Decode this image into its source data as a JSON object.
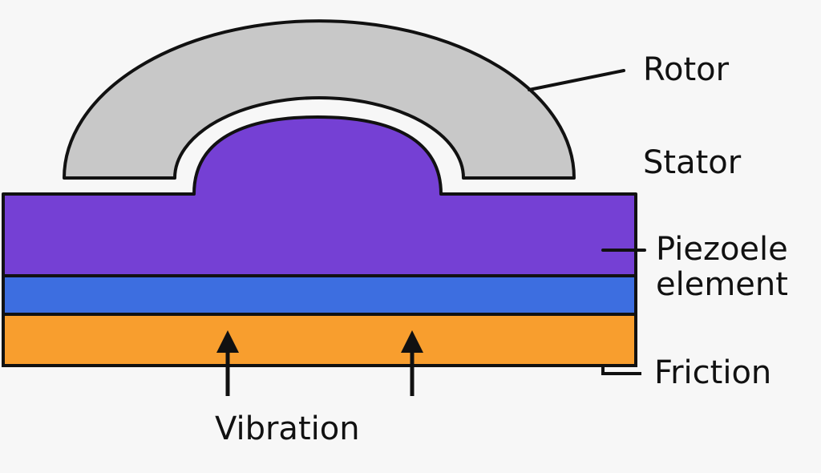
{
  "labels": {
    "rotor": "Rotor",
    "stator": "Stator",
    "piezo_line1": "Piezoele",
    "piezo_line2": "element",
    "friction": "Friction",
    "vibration": "Vibration"
  },
  "colors": {
    "background": "#f7f7f7",
    "rotor": "#c8c8c8",
    "stator": "#7540d4",
    "piezoelectric": "#3d6ee0",
    "friction": "#f89e2e",
    "outline": "#111111"
  }
}
